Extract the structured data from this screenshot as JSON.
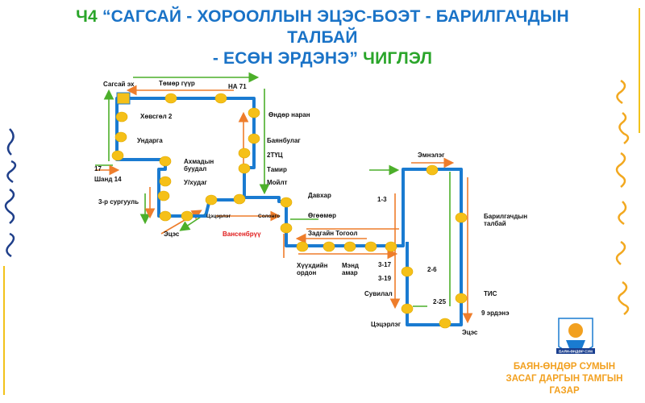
{
  "title": {
    "code": "Ч4",
    "line1": "“САГСАЙ - ХОРООЛЛЫН ЭЦЭС-БОЭТ - БАРИЛГАЧДЫН ТАЛБАЙ",
    "line2": "- ЕСӨН ЭРДЭНЭ”",
    "suffix": "ЧИГЛЭЛ"
  },
  "colors": {
    "route_blue": "#1a7bd1",
    "stop_yellow": "#f5c018",
    "arrow_green": "#4caf2a",
    "arrow_orange": "#ee7d2b",
    "title_blue": "#1a73c7",
    "title_green": "#2aa52a",
    "org_orange": "#f2a01f",
    "frame_yellow": "#f2c21a"
  },
  "stops": {
    "sagsai": "Сагсай эх",
    "tomor_guur": "Төмөр гүүр",
    "na71": "НА 71",
    "khovsgol2": "Хөвсгөл 2",
    "undur_naran": "Өндөр наран",
    "undarga": "Ундарга",
    "bayanbulag": "Баянбулаг",
    "tuts2": "2ТҮЦ",
    "akhmadyn": "Ахмадын\nбуудал",
    "tamir": "Тамир",
    "s17": "17",
    "shand14": "Шанд 14",
    "ukhudag": "У/худаг",
    "moilt": "Мойлт",
    "sch3": "3-р сургууль",
    "tsetserleg1": "Цэцэрлэг",
    "solongo": "Солонго",
    "davkhar": "Давхар",
    "etses1": "Эцэс",
    "vansenbrug": "Вансенбрүү",
    "ugoomor": "Өгөөмөр",
    "zadgai": "Задгайн Тогоол",
    "khuukhdiin": "Хүүхдийн\nордон",
    "mend": "Мэнд\nамар",
    "s317": "3-17",
    "s319": "3-19",
    "s13": "1-3",
    "emneleg": "Эмнэлэг",
    "barilgach": "Барилгачдын\nталбай",
    "s26": "2-6",
    "suvilal": "Сувилал",
    "tis": "ТИС",
    "s225": "2-25",
    "nine": "9 эрдэнэ",
    "tsetserleg2": "Цэцэрлэг",
    "etses2": "Эцэс"
  },
  "org": {
    "line1": "БАЯН-ӨНДӨР СУМЫН",
    "line2": "ЗАСАГ ДАРГЫН ТАМГЫН",
    "line3": "ГАЗАР"
  },
  "logo_text": "БАЯН-ӨНДӨР СУМ"
}
